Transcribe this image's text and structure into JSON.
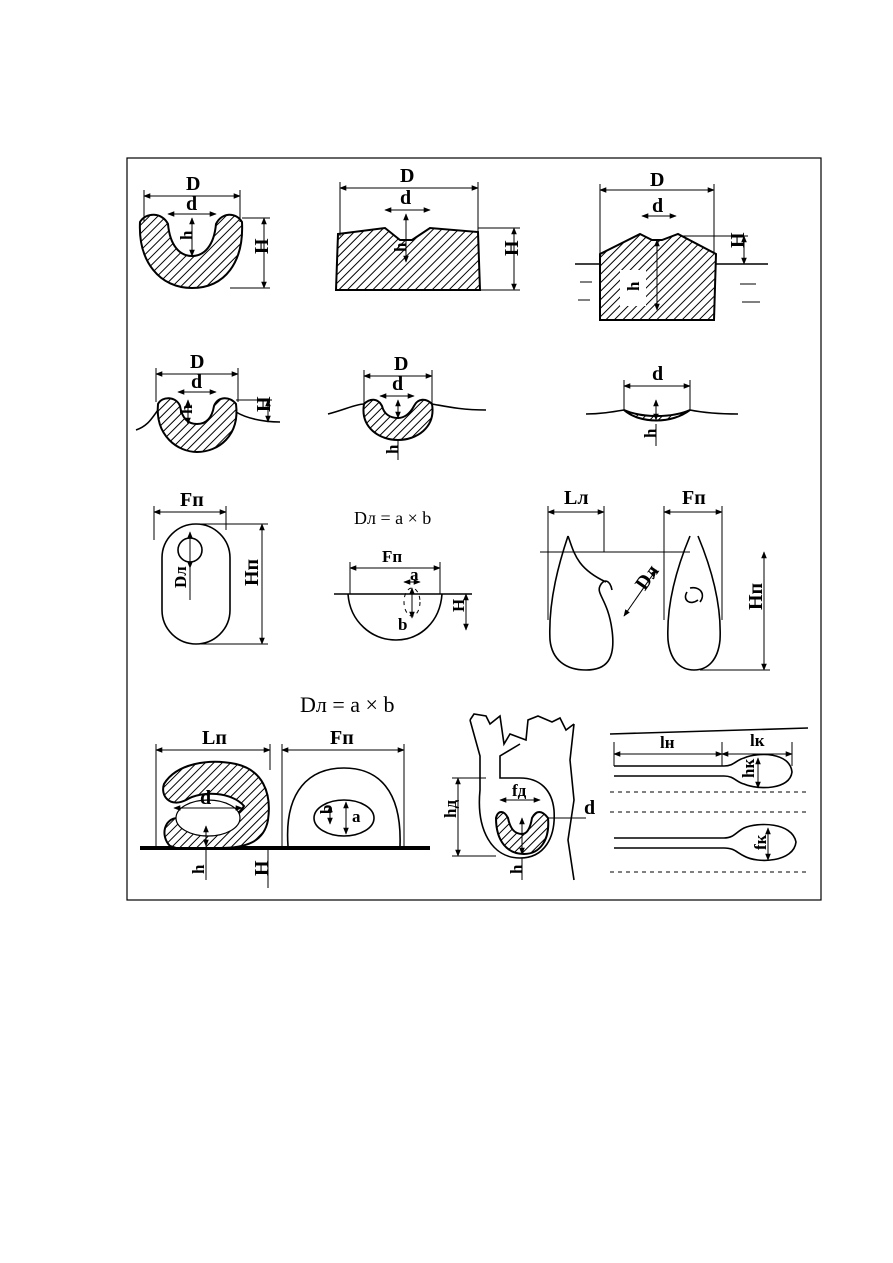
{
  "row1": {
    "fig1": {
      "D": "D",
      "d": "d",
      "h": "h",
      "H": "H"
    },
    "fig2": {
      "D": "D",
      "d": "d",
      "h": "h",
      "H": "H"
    },
    "fig3": {
      "D": "D",
      "d": "d",
      "h": "h",
      "H": "H"
    }
  },
  "row2": {
    "fig4": {
      "D": "D",
      "d": "d",
      "h": "h",
      "H": "H"
    },
    "fig5": {
      "D": "D",
      "d": "d",
      "h": "h"
    },
    "fig6": {
      "d": "d",
      "h": "h"
    }
  },
  "row3": {
    "fig7": {
      "F": "Fп",
      "D": "Dл",
      "H": "Нп"
    },
    "fig8": {
      "formula": "Dл = a × b",
      "F": "Fп",
      "a": "a",
      "b": "b",
      "H": "H"
    },
    "fig9": {
      "L": "Lл",
      "D": "Dл"
    },
    "fig10": {
      "F": "Fп",
      "H": "Нп"
    }
  },
  "row4": {
    "formula": "Dл = a × b",
    "fig11": {
      "L": "Lп",
      "d": "d",
      "h": "h",
      "H": "H"
    },
    "fig12": {
      "F": "Fп",
      "b": "b",
      "a": "a"
    },
    "fig13": {
      "h": "hд",
      "f": "fд",
      "d": "d",
      "hbottom": "h"
    },
    "fig14": {
      "l1": "lн",
      "l2": "lк",
      "hk": "hк",
      "fk": "fк"
    }
  },
  "colors": {
    "ink": "#000000",
    "background": "#ffffff"
  }
}
